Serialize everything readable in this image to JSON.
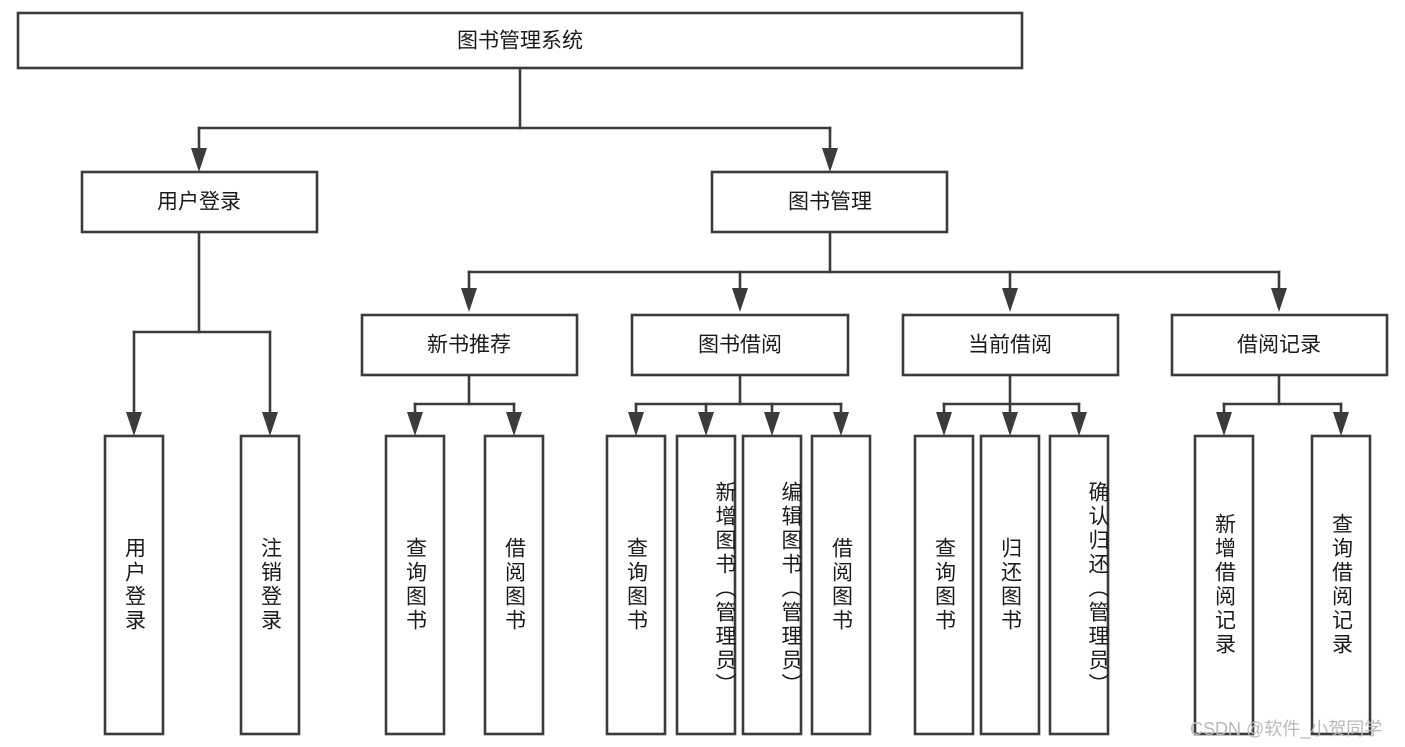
{
  "diagram": {
    "type": "tree",
    "title": "图书管理系统",
    "root": {
      "label": "图书管理系统"
    },
    "level1": [
      {
        "label": "用户登录"
      },
      {
        "label": "图书管理"
      }
    ],
    "level2": [
      {
        "label": "新书推荐"
      },
      {
        "label": "图书借阅"
      },
      {
        "label": "当前借阅"
      },
      {
        "label": "借阅记录"
      }
    ],
    "leaves": {
      "user_login": [
        {
          "label": "用户登录"
        },
        {
          "label": "注销登录"
        }
      ],
      "new_book_recommend": [
        {
          "label": "查询图书"
        },
        {
          "label": "借阅图书"
        }
      ],
      "book_borrow": [
        {
          "label": "查询图书"
        },
        {
          "label": "新增图书（管理员）"
        },
        {
          "label": "编辑图书（管理员）"
        },
        {
          "label": "借阅图书"
        }
      ],
      "current_borrow": [
        {
          "label": "查询图书"
        },
        {
          "label": "归还图书"
        },
        {
          "label": "确认归还（管理员）"
        }
      ],
      "borrow_record": [
        {
          "label": "新增借阅记录"
        },
        {
          "label": "查询借阅记录"
        }
      ]
    }
  },
  "watermark": {
    "text": "CSDN @软件_小贺同学"
  },
  "colors": {
    "stroke": "#3b3b3b",
    "box_fill": "#ffffff",
    "text": "#1b1b1b",
    "watermark": "#b9b9b9",
    "background": "#ffffff"
  }
}
